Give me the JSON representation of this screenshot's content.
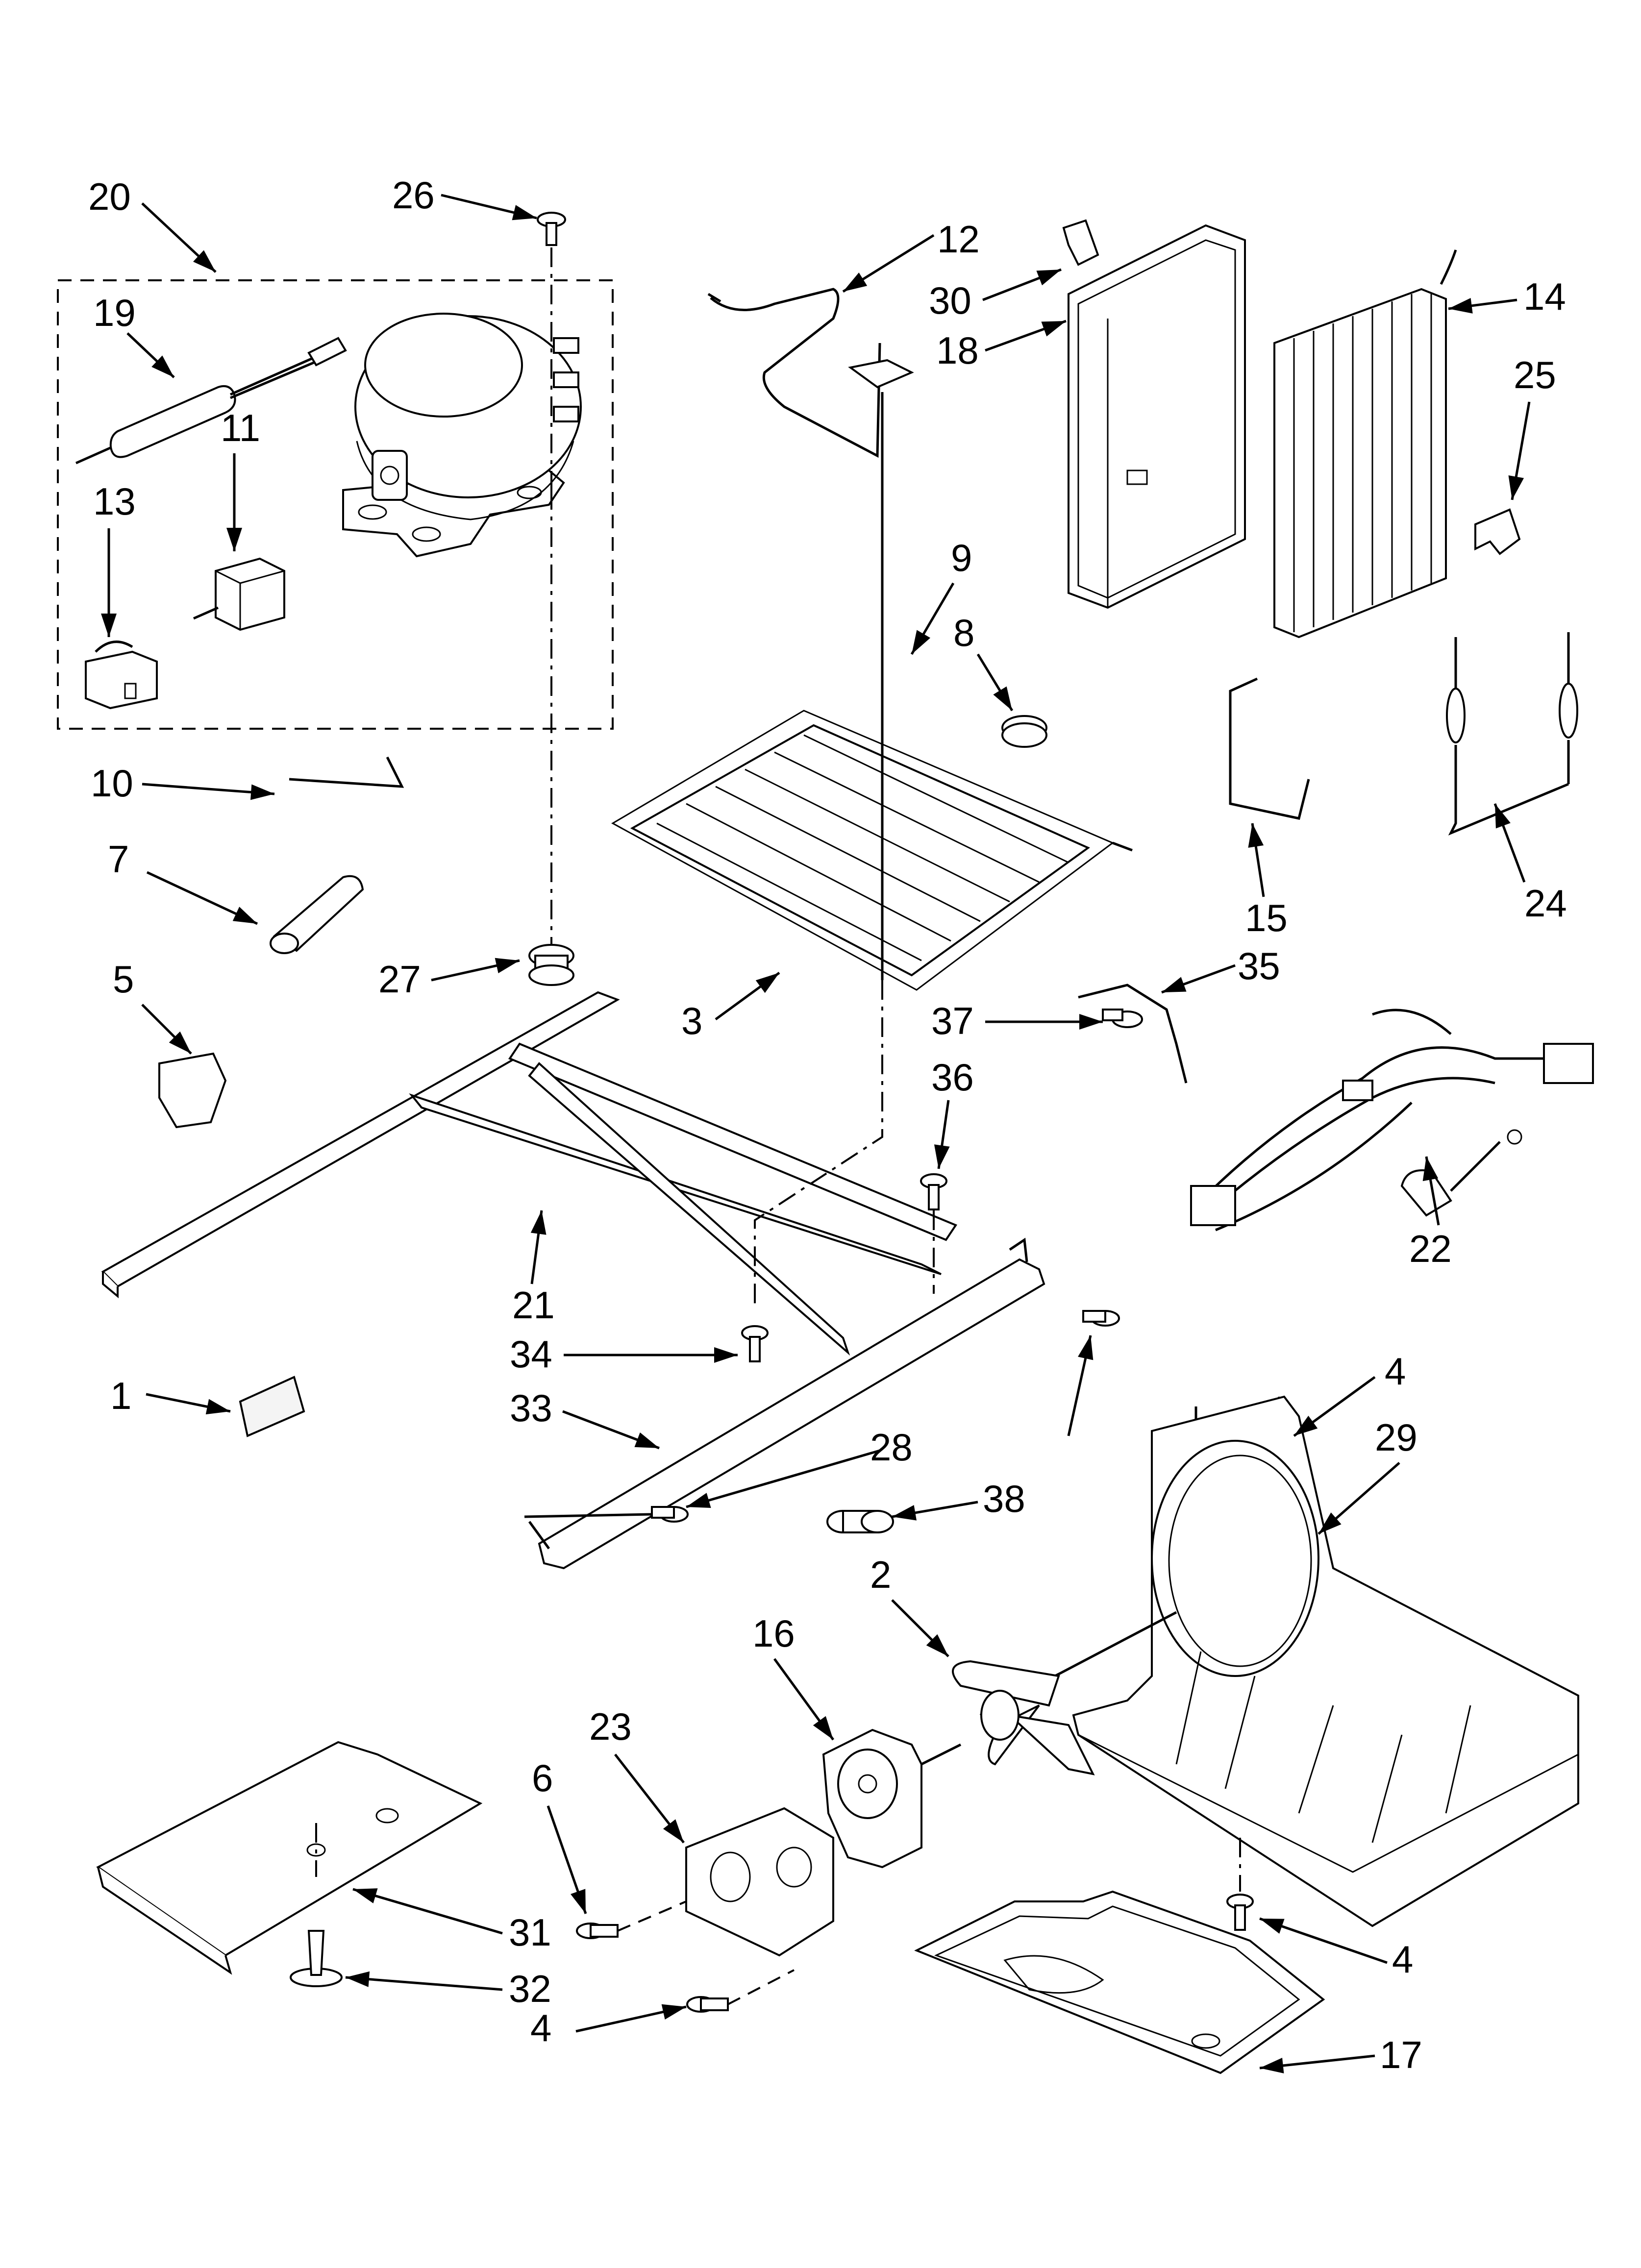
{
  "diagram": {
    "callouts": [
      {
        "id": "c20",
        "text": "20"
      },
      {
        "id": "c26",
        "text": "26"
      },
      {
        "id": "c12",
        "text": "12"
      },
      {
        "id": "c30",
        "text": "30"
      },
      {
        "id": "c18",
        "text": "18"
      },
      {
        "id": "c14",
        "text": "14"
      },
      {
        "id": "c25",
        "text": "25"
      },
      {
        "id": "c19",
        "text": "19"
      },
      {
        "id": "c11",
        "text": "11"
      },
      {
        "id": "c13",
        "text": "13"
      },
      {
        "id": "c9",
        "text": "9"
      },
      {
        "id": "c8",
        "text": "8"
      },
      {
        "id": "c10",
        "text": "10"
      },
      {
        "id": "c7",
        "text": "7"
      },
      {
        "id": "c15",
        "text": "15"
      },
      {
        "id": "c24",
        "text": "24"
      },
      {
        "id": "c27",
        "text": "27"
      },
      {
        "id": "c3",
        "text": "3"
      },
      {
        "id": "c35",
        "text": "35"
      },
      {
        "id": "c37",
        "text": "37"
      },
      {
        "id": "c5",
        "text": "5"
      },
      {
        "id": "c36",
        "text": "36"
      },
      {
        "id": "c22",
        "text": "22"
      },
      {
        "id": "c21",
        "text": "21"
      },
      {
        "id": "c34",
        "text": "34"
      },
      {
        "id": "c33",
        "text": "33"
      },
      {
        "id": "c1",
        "text": "1"
      },
      {
        "id": "c28",
        "text": "28"
      },
      {
        "id": "c4a",
        "text": "4"
      },
      {
        "id": "c29",
        "text": "29"
      },
      {
        "id": "c38",
        "text": "38"
      },
      {
        "id": "c2",
        "text": "2"
      },
      {
        "id": "c16",
        "text": "16"
      },
      {
        "id": "c23",
        "text": "23"
      },
      {
        "id": "c6",
        "text": "6"
      },
      {
        "id": "c4b",
        "text": "4"
      },
      {
        "id": "c31",
        "text": "31"
      },
      {
        "id": "c32",
        "text": "32"
      },
      {
        "id": "c4c",
        "text": "4"
      },
      {
        "id": "c17",
        "text": "17"
      }
    ]
  }
}
